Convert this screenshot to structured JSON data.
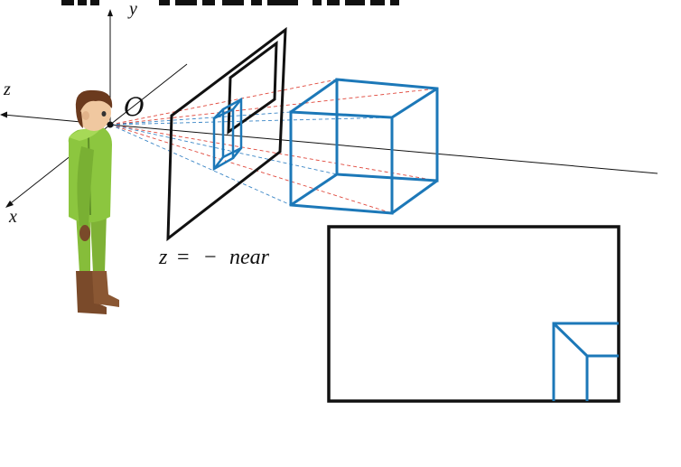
{
  "axes": {
    "y_label": "y",
    "z_label": "z",
    "x_label": "x",
    "origin_label": "O"
  },
  "near_plane": {
    "equation_lhs": "z",
    "equation_eq": "=",
    "equation_minus": "−",
    "equation_rhs": "near"
  },
  "colors": {
    "frame": "#111111",
    "cube": "#1c78b8",
    "ray_red": "#e0483c",
    "ray_blue": "#3b86c6",
    "character_green": "#8cc63f",
    "character_hair": "#6b3a1e",
    "character_boots": "#7a4a2a"
  },
  "icons": {
    "observer": "person-figure-icon"
  }
}
